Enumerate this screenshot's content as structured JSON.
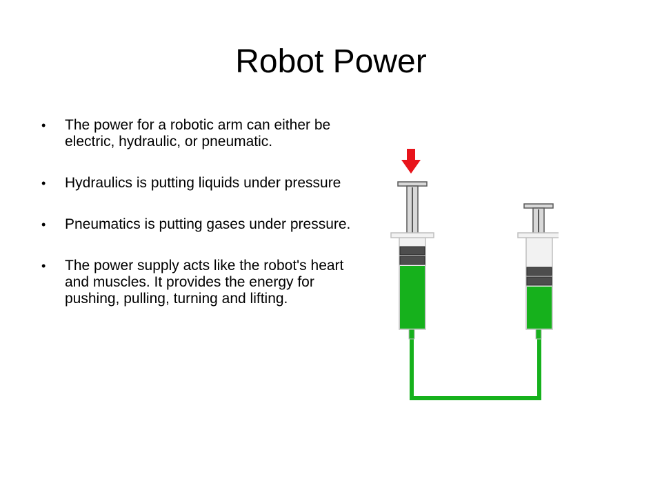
{
  "slide": {
    "title": "Robot Power",
    "bullets": [
      "The power for a robotic arm can either be electric, hydraulic, or pneumatic.",
      "Hydraulics is putting liquids under pressure",
      "Pneumatics is putting gases under pressure.",
      "The power supply acts like the robot's heart and muscles. It provides the energy for pushing, pulling, turning and lifting."
    ],
    "bullet_glyph": "•"
  },
  "diagram": {
    "fluid_color": "#16b11c",
    "arrow_color": "#e8141b",
    "barrel_color": "#d9d9d9",
    "plunger_color": "#595959",
    "icons": [
      "down-arrow-icon"
    ]
  }
}
